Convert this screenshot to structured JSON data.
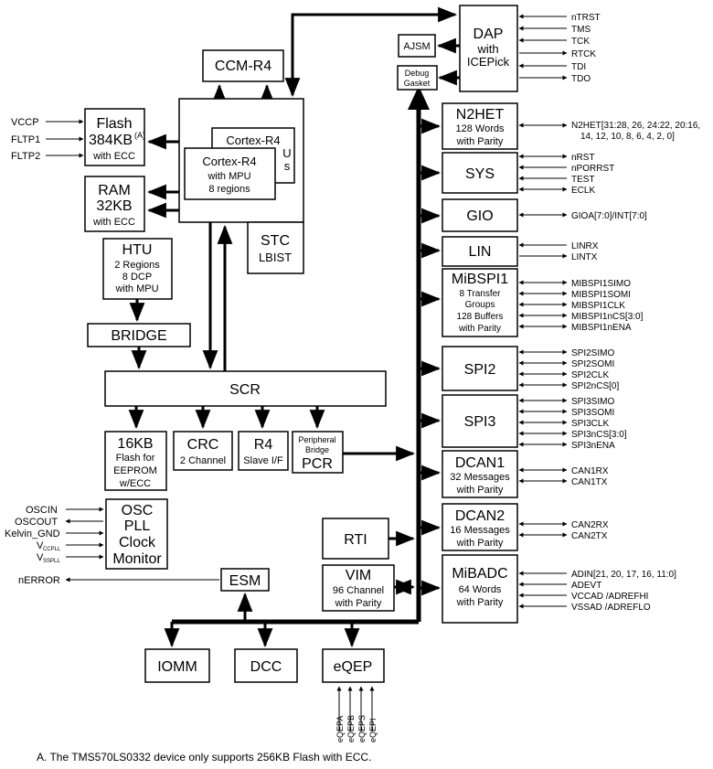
{
  "blocks": {
    "dap": [
      "DAP",
      "with",
      "ICEPick"
    ],
    "ajsm": "AJSM",
    "debug_gasket": [
      "Debug",
      "Gasket"
    ],
    "ccm": "CCM-R4",
    "cortex_back": [
      "Cortex-R4",
      "U",
      "s"
    ],
    "cortex_front": [
      "Cortex-R4",
      "with MPU",
      "8 regions"
    ],
    "stc": [
      "STC",
      "LBIST"
    ],
    "flash": [
      "Flash",
      "384KB",
      "(A)",
      "with ECC"
    ],
    "ram": [
      "RAM",
      "32KB",
      "with ECC"
    ],
    "htu": [
      "HTU",
      "2 Regions",
      "8 DCP",
      "with MPU"
    ],
    "bridge": "BRIDGE",
    "scr": "SCR",
    "flash16": [
      "16KB",
      "Flash for",
      "EEPROM",
      "w/ECC"
    ],
    "crc": [
      "CRC",
      "2 Channel"
    ],
    "r4slave": [
      "R4",
      "Slave I/F"
    ],
    "pcr": [
      "Peripheral",
      "Bridge",
      "PCR"
    ],
    "osc": [
      "OSC",
      "PLL",
      "Clock",
      "Monitor"
    ],
    "esm": "ESM",
    "iomm": "IOMM",
    "dcc": "DCC",
    "eqep": "eQEP",
    "rti": "RTI",
    "vim": [
      "VIM",
      "96 Channel",
      "with Parity"
    ],
    "n2het": [
      "N2HET",
      "128 Words",
      "with Parity"
    ],
    "sys": "SYS",
    "gio": "GIO",
    "lin": "LIN",
    "mibspi1": [
      "MiBSPI1",
      "8 Transfer",
      "Groups",
      "128 Buffers",
      "with Parity"
    ],
    "spi2": "SPI2",
    "spi3": "SPI3",
    "dcan1": [
      "DCAN1",
      "32 Messages",
      "with Parity"
    ],
    "dcan2": [
      "DCAN2",
      "16 Messages",
      "with Parity"
    ],
    "mibadc": [
      "MiBADC",
      "64 Words",
      "with Parity"
    ]
  },
  "signals": {
    "dap": [
      "nTRST",
      "TMS",
      "TCK",
      "RTCK",
      "TDI",
      "TDO"
    ],
    "flash": [
      "VCCP",
      "FLTP1",
      "FLTP2"
    ],
    "n2het": [
      "N2HET[31:28, 26, 24:22, 20:16,",
      "14, 12, 10, 8, 6, 4, 2, 0]"
    ],
    "sys": [
      "nRST",
      "nPORRST",
      "TEST",
      "ECLK"
    ],
    "gio": [
      "GIOA[7:0]/INT[7:0]"
    ],
    "lin": [
      "LINRX",
      "LINTX"
    ],
    "mibspi1": [
      "MIBSPI1SIMO",
      "MIBSPI1SOMI",
      "MIBSPI1CLK",
      "MIBSPI1nCS[3:0]",
      "MIBSPI1nENA"
    ],
    "spi2": [
      "SPI2SIMO",
      "SPI2SOMI",
      "SPI2CLK",
      "SPI2nCS[0]"
    ],
    "spi3": [
      "SPI3SIMO",
      "SPI3SOMI",
      "SPI3CLK",
      "SPI3nCS[3:0]",
      "SPI3nENA"
    ],
    "dcan1": [
      "CAN1RX",
      "CAN1TX"
    ],
    "dcan2": [
      "CAN2RX",
      "CAN2TX"
    ],
    "mibadc": [
      "ADIN[21, 20, 17, 16, 11:0]",
      "ADEVT",
      "VCCAD /ADREFHI",
      "VSSAD /ADREFLO"
    ],
    "osc": [
      "OSCIN",
      "OSCOUT",
      "Kelvin_GND",
      "V",
      "CCPLL",
      "V",
      "SSPLL"
    ],
    "esm": [
      "nERROR"
    ],
    "eqep": [
      "eQEPA",
      "eQEPB",
      "eQEPS",
      "eQEPI"
    ]
  },
  "footnote": "A.    The TMS570LS0332 device only supports 256KB Flash with ECC."
}
